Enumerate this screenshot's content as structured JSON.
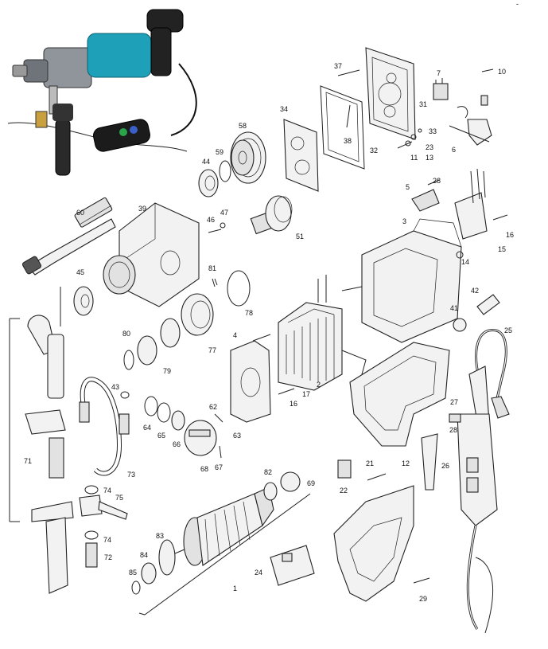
{
  "diagram": {
    "corner_mark": "-",
    "callouts": [
      {
        "id": "c37",
        "label": "37"
      },
      {
        "id": "c10",
        "label": "10"
      },
      {
        "id": "c7",
        "label": "7"
      },
      {
        "id": "c31",
        "label": "31"
      },
      {
        "id": "c34",
        "label": "34"
      },
      {
        "id": "c33",
        "label": "33"
      },
      {
        "id": "c23",
        "label": "23"
      },
      {
        "id": "c38",
        "label": "38"
      },
      {
        "id": "c32",
        "label": "32"
      },
      {
        "id": "c6",
        "label": "6"
      },
      {
        "id": "c11",
        "label": "11"
      },
      {
        "id": "c13",
        "label": "13"
      },
      {
        "id": "c58",
        "label": "58"
      },
      {
        "id": "c59",
        "label": "59"
      },
      {
        "id": "c44",
        "label": "44"
      },
      {
        "id": "c28a",
        "label": "28"
      },
      {
        "id": "c5",
        "label": "5"
      },
      {
        "id": "c39",
        "label": "39"
      },
      {
        "id": "c60",
        "label": "60"
      },
      {
        "id": "c46",
        "label": "46"
      },
      {
        "id": "c47",
        "label": "47"
      },
      {
        "id": "c3",
        "label": "3"
      },
      {
        "id": "c16a",
        "label": "16"
      },
      {
        "id": "c51",
        "label": "51"
      },
      {
        "id": "c15",
        "label": "15"
      },
      {
        "id": "c14",
        "label": "14"
      },
      {
        "id": "c81",
        "label": "81"
      },
      {
        "id": "c45",
        "label": "45"
      },
      {
        "id": "c42",
        "label": "42"
      },
      {
        "id": "c78",
        "label": "78"
      },
      {
        "id": "c41",
        "label": "41"
      },
      {
        "id": "c25",
        "label": "25"
      },
      {
        "id": "c80",
        "label": "80"
      },
      {
        "id": "c4",
        "label": "4"
      },
      {
        "id": "c77",
        "label": "77"
      },
      {
        "id": "c79",
        "label": "79"
      },
      {
        "id": "c2",
        "label": "2"
      },
      {
        "id": "c17",
        "label": "17"
      },
      {
        "id": "c16b",
        "label": "16"
      },
      {
        "id": "c43",
        "label": "43"
      },
      {
        "id": "c62",
        "label": "62"
      },
      {
        "id": "c64",
        "label": "64"
      },
      {
        "id": "c65",
        "label": "65"
      },
      {
        "id": "c66",
        "label": "66"
      },
      {
        "id": "c63",
        "label": "63"
      },
      {
        "id": "c27",
        "label": "27"
      },
      {
        "id": "c28b",
        "label": "28"
      },
      {
        "id": "c71",
        "label": "71"
      },
      {
        "id": "c68",
        "label": "68"
      },
      {
        "id": "c67",
        "label": "67"
      },
      {
        "id": "c73",
        "label": "73"
      },
      {
        "id": "c21",
        "label": "21"
      },
      {
        "id": "c12",
        "label": "12"
      },
      {
        "id": "c26",
        "label": "26"
      },
      {
        "id": "c22",
        "label": "22"
      },
      {
        "id": "c82",
        "label": "82"
      },
      {
        "id": "c69",
        "label": "69"
      },
      {
        "id": "c74a",
        "label": "74"
      },
      {
        "id": "c75",
        "label": "75"
      },
      {
        "id": "c83",
        "label": "83"
      },
      {
        "id": "c74b",
        "label": "74"
      },
      {
        "id": "c72",
        "label": "72"
      },
      {
        "id": "c84",
        "label": "84"
      },
      {
        "id": "c24",
        "label": "24"
      },
      {
        "id": "c85",
        "label": "85"
      },
      {
        "id": "c1",
        "label": "1"
      },
      {
        "id": "c29",
        "label": "29"
      }
    ]
  }
}
